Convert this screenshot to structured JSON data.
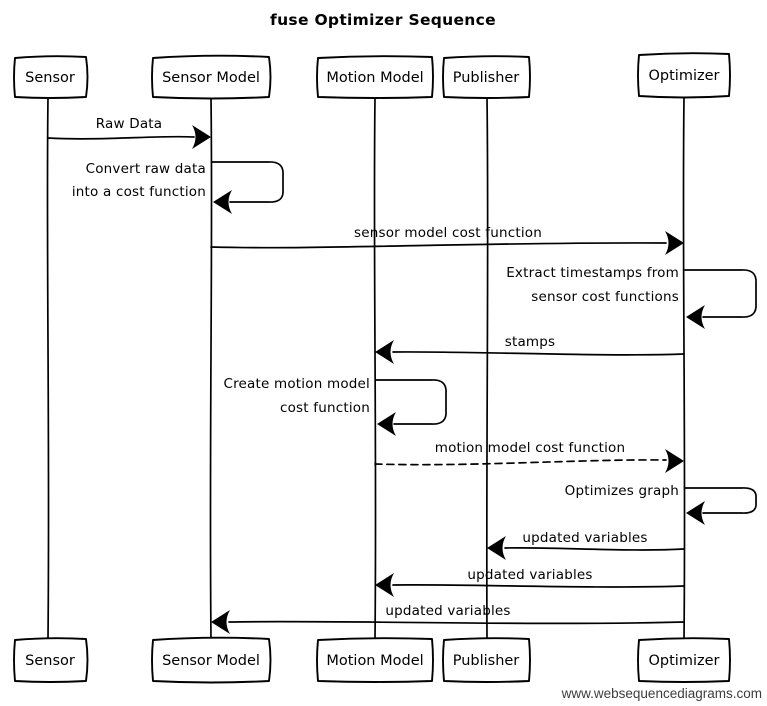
{
  "title": "fuse Optimizer Sequence",
  "watermark": "www.websequencediagrams.com",
  "colors": {
    "ink": "#000000",
    "background": "#ffffff",
    "watermark_text": "#3d3d3d"
  },
  "participants": [
    {
      "id": "sensor",
      "name": "Sensor"
    },
    {
      "id": "sensor-model",
      "name": "Sensor Model"
    },
    {
      "id": "motion-model",
      "name": "Motion Model"
    },
    {
      "id": "publisher",
      "name": "Publisher"
    },
    {
      "id": "optimizer",
      "name": "Optimizer"
    }
  ],
  "messages": [
    {
      "type": "message",
      "from": "Sensor",
      "to": "Sensor Model",
      "style": "solid",
      "label": "Raw Data"
    },
    {
      "type": "self",
      "on": "Sensor Model",
      "label": "Convert raw data into a cost function",
      "lines": [
        "Convert raw data",
        "into a cost function"
      ]
    },
    {
      "type": "message",
      "from": "Sensor Model",
      "to": "Optimizer",
      "style": "solid",
      "label": "sensor model cost function"
    },
    {
      "type": "self",
      "on": "Optimizer",
      "label": "Extract timestamps from sensor cost functions",
      "lines": [
        "Extract timestamps from",
        "sensor cost functions"
      ]
    },
    {
      "type": "message",
      "from": "Optimizer",
      "to": "Motion Model",
      "style": "solid",
      "label": "stamps"
    },
    {
      "type": "self",
      "on": "Motion Model",
      "label": "Create motion model cost function",
      "lines": [
        "Create motion model",
        "cost function"
      ]
    },
    {
      "type": "message",
      "from": "Motion Model",
      "to": "Optimizer",
      "style": "dashed",
      "label": "motion model cost function"
    },
    {
      "type": "self",
      "on": "Optimizer",
      "label": "Optimizes graph"
    },
    {
      "type": "message",
      "from": "Optimizer",
      "to": "Publisher",
      "style": "solid",
      "label": "updated variables"
    },
    {
      "type": "message",
      "from": "Optimizer",
      "to": "Motion Model",
      "style": "solid",
      "label": "updated variables"
    },
    {
      "type": "message",
      "from": "Optimizer",
      "to": "Sensor Model",
      "style": "solid",
      "label": "updated variables"
    }
  ]
}
